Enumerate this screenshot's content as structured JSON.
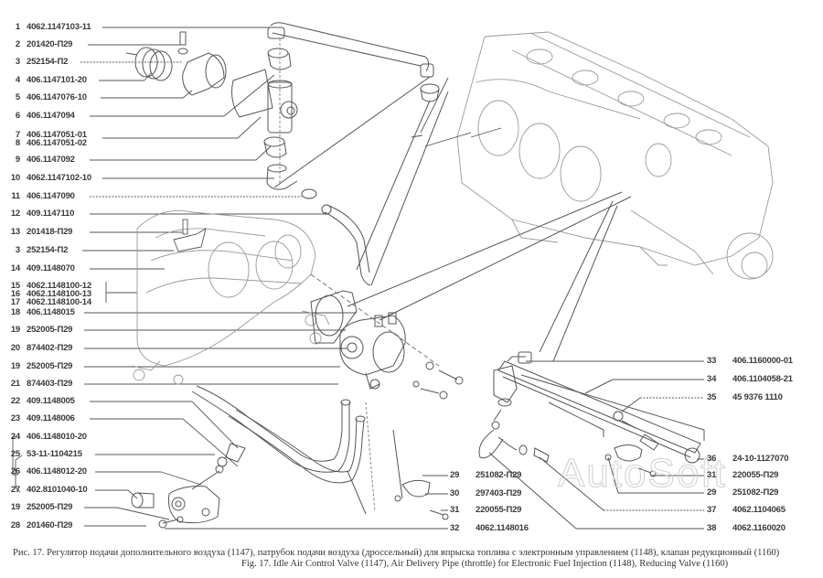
{
  "figure": {
    "caption_ru": "Рис. 17. Регулятор подачи дополнительного воздуха (1147), патрубок подачи воздуха (дроссельный) для впрыска топлива с электронным управлением (1148), клапан редукционный (1160)",
    "caption_en": "Fig. 17. Idle Air Control Valve (1147), Air Delivery Pipe (throttle) for Electronic Fuel Injection (1148), Reducing Valve (1160)",
    "watermark": "AutoSoft"
  },
  "labels_left": [
    {
      "num": "1",
      "code": "4062.1147103-11"
    },
    {
      "num": "2",
      "code": "201420-П29"
    },
    {
      "num": "3",
      "code": "252154-П2"
    },
    {
      "num": "4",
      "code": "406.1147101-20"
    },
    {
      "num": "5",
      "code": "406.1147076-10"
    },
    {
      "num": "6",
      "code": "406.1147094"
    },
    {
      "num": "7",
      "code": "406.1147051-01"
    },
    {
      "num": "8",
      "code": "406.1147051-02"
    },
    {
      "num": "9",
      "code": "406.1147092"
    },
    {
      "num": "10",
      "code": "4062.1147102-10"
    },
    {
      "num": "11",
      "code": "406.1147090"
    },
    {
      "num": "12",
      "code": "409.1147110"
    },
    {
      "num": "13",
      "code": "201418-П29"
    },
    {
      "num": "3",
      "code": "252154-П2"
    },
    {
      "num": "14",
      "code": "409.1148070"
    },
    {
      "num": "15",
      "code": "4062.1148100-12"
    },
    {
      "num": "16",
      "code": "4062.1148100-13"
    },
    {
      "num": "17",
      "code": "4062.1148100-14"
    },
    {
      "num": "18",
      "code": "406.1148015"
    },
    {
      "num": "19",
      "code": "252005-П29"
    },
    {
      "num": "20",
      "code": "874402-П29"
    },
    {
      "num": "19",
      "code": "252005-П29"
    },
    {
      "num": "21",
      "code": "874403-П29"
    },
    {
      "num": "22",
      "code": "409.1148005"
    },
    {
      "num": "23",
      "code": "409.1148006"
    },
    {
      "num": "24",
      "code": "406.1148010-20"
    },
    {
      "num": "25",
      "code": "53-11-1104215"
    },
    {
      "num": "26",
      "code": "406.1148012-20"
    },
    {
      "num": "27",
      "code": "402.8101040-10"
    },
    {
      "num": "19",
      "code": "252005-П29"
    },
    {
      "num": "28",
      "code": "201460-П29"
    }
  ],
  "labels_middle": [
    {
      "num": "29",
      "code": "251082-П29"
    },
    {
      "num": "30",
      "code": "297403-П29"
    },
    {
      "num": "31",
      "code": "220055-П29"
    },
    {
      "num": "32",
      "code": "4062.1148016"
    }
  ],
  "labels_right": [
    {
      "num": "33",
      "code": "406.1160000-01"
    },
    {
      "num": "34",
      "code": "406.1104058-21"
    },
    {
      "num": "35",
      "code": "45 9376 1110"
    },
    {
      "num": "36",
      "code": "24-10-1127070"
    },
    {
      "num": "31",
      "code": "220055-П29"
    },
    {
      "num": "29",
      "code": "251082-П29"
    },
    {
      "num": "37",
      "code": "4062.1104065"
    },
    {
      "num": "38",
      "code": "4062.1160020"
    }
  ]
}
